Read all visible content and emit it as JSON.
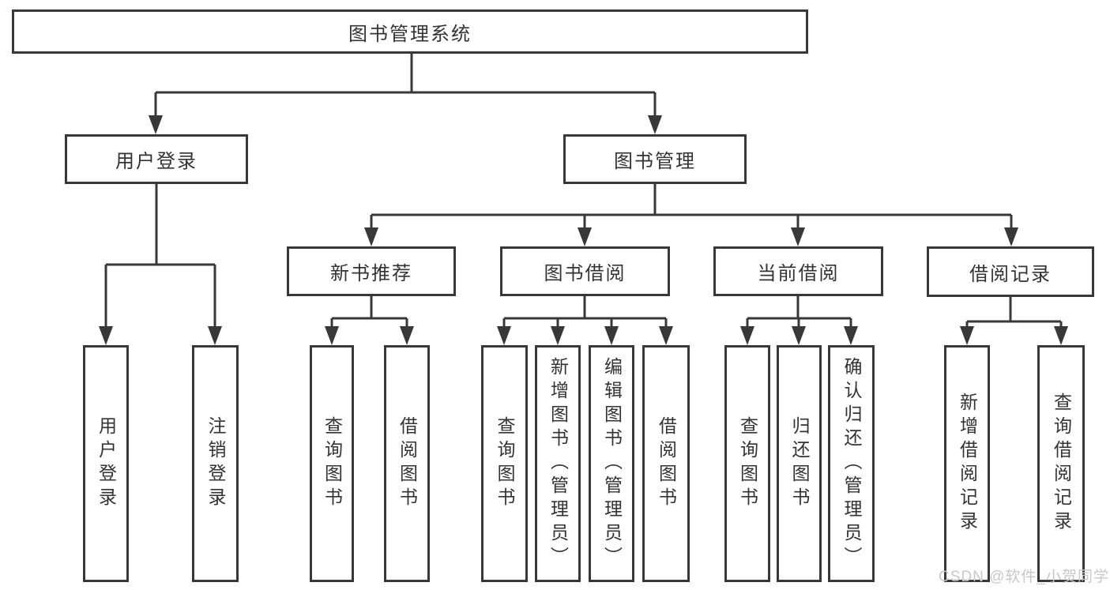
{
  "diagram_title": "图书管理系统",
  "tree": {
    "root": {
      "label": "图书管理系统",
      "children": [
        {
          "label": "用户登录",
          "children": [
            {
              "label": "用户登录"
            },
            {
              "label": "注销登录"
            }
          ]
        },
        {
          "label": "图书管理",
          "children": [
            {
              "label": "新书推荐",
              "children": [
                {
                  "label": "查询图书"
                },
                {
                  "label": "借阅图书"
                }
              ]
            },
            {
              "label": "图书借阅",
              "children": [
                {
                  "label": "查询图书"
                },
                {
                  "label": "新增图书（管理员）"
                },
                {
                  "label": "编辑图书（管理员）"
                },
                {
                  "label": "借阅图书"
                }
              ]
            },
            {
              "label": "当前借阅",
              "children": [
                {
                  "label": "查询图书"
                },
                {
                  "label": "归还图书"
                },
                {
                  "label": "确认归还（管理员）"
                }
              ]
            },
            {
              "label": "借阅记录",
              "children": [
                {
                  "label": "新增借阅记录"
                },
                {
                  "label": "查询借阅记录"
                }
              ]
            }
          ]
        }
      ]
    }
  },
  "watermark": {
    "text": "CSDN @软件_小贺同学"
  },
  "colors": {
    "line": "#383838",
    "text": "#333333",
    "background": "#ffffff",
    "watermark": "#c8c8c8"
  }
}
